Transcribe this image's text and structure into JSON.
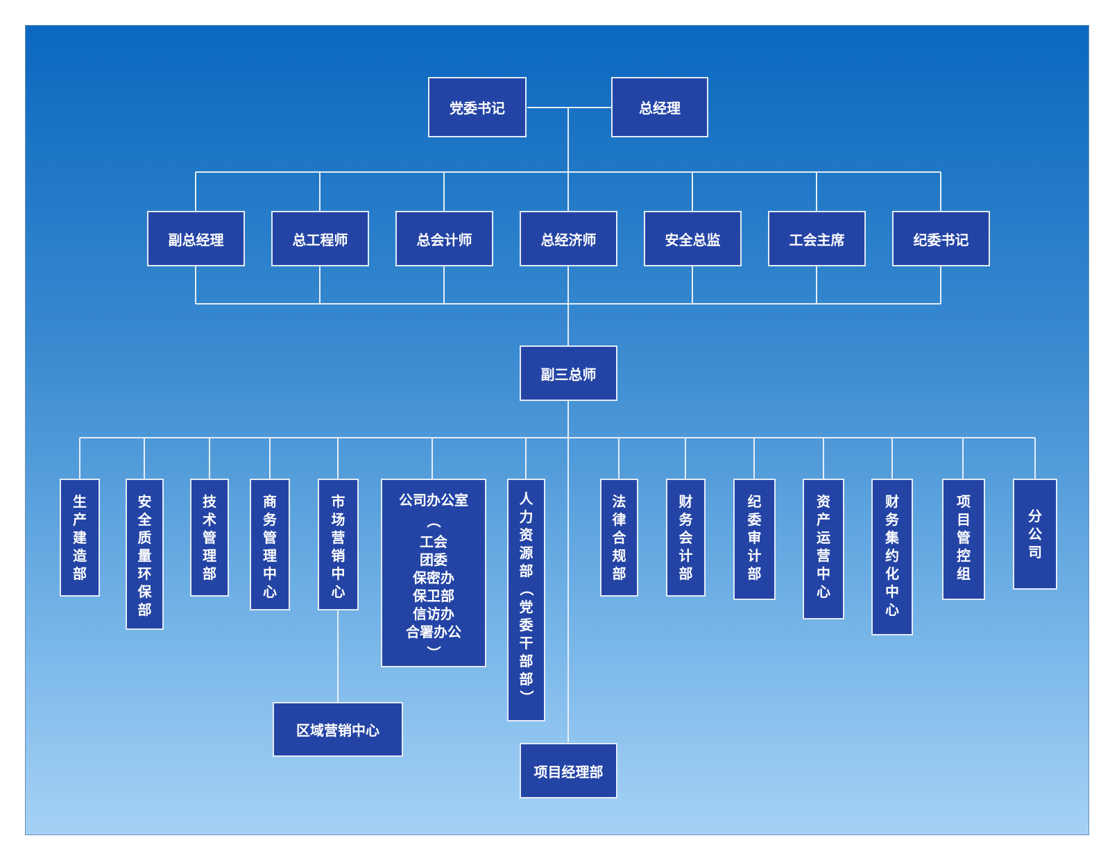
{
  "colors": {
    "node_fill": "#2444a5",
    "node_border": "#e4ecf7",
    "line": "#e8eef6"
  },
  "top": {
    "party_secretary": "党委书记",
    "general_manager": "总经理"
  },
  "executives": [
    "副总经理",
    "总工程师",
    "总会计师",
    "总经济师",
    "安全总监",
    "工会主席",
    "纪委书记"
  ],
  "deputy_chiefs": "副三总师",
  "departments": [
    "生产建造部",
    "安全质量环保部",
    "技术管理部",
    "商务管理中心",
    "市场营销中心",
    "公司办公室",
    "人力资源部（党委干部部）",
    "法律合规部",
    "财务会计部",
    "纪委审计部",
    "资产运营中心",
    "财务集约化中心",
    "项目管控组",
    "分公司"
  ],
  "office_sub": [
    "（",
    "工会",
    "团委",
    "保密办",
    "保卫部",
    "信访办",
    "合署办公",
    "）"
  ],
  "regional": "区域营销中心",
  "project_dept": "项目经理部"
}
